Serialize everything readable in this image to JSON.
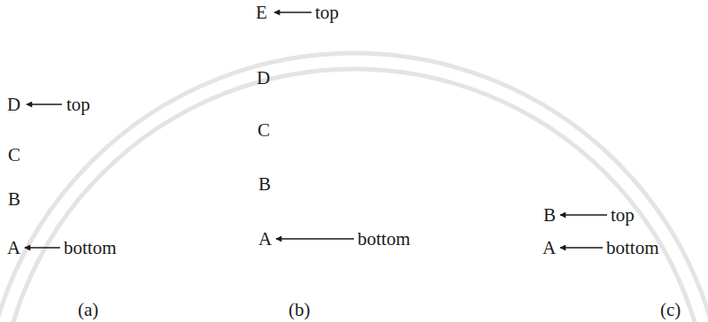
{
  "diagram": {
    "labels": [
      "D",
      "top",
      "C",
      "B",
      "A",
      "bottom",
      "(a)",
      "E",
      "top",
      "D",
      "C",
      "B",
      "A",
      "bottom",
      "(b)",
      "B",
      "top",
      "A",
      "bottom",
      "(c)"
    ]
  }
}
